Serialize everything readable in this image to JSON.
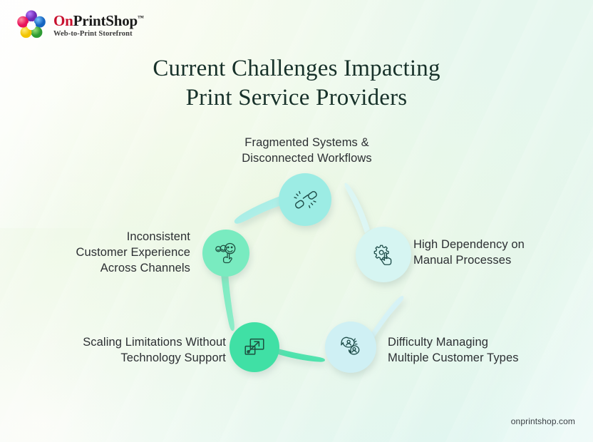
{
  "brand": {
    "name_part1": "On",
    "name_part2": "PrintShop",
    "trademark": "™",
    "tagline": "Web-to-Print Storefront",
    "logo_icon": "colored-petals-circle-logo",
    "red_hex": "#c8102e"
  },
  "heading": {
    "line1": "Current Challenges Impacting",
    "line2": "Print Service Providers"
  },
  "diagram": {
    "type": "cycle",
    "node_count": 5,
    "nodes": [
      {
        "id": "fragmented-systems",
        "label": "Fragmented Systems &\nDisconnected Workflows",
        "icon": "broken-chain-link-icon",
        "circle_hex": "#9CECE4",
        "icon_stroke_hex": "#1f4e4a",
        "label_position": "top"
      },
      {
        "id": "manual-processes",
        "label": "High Dependency on\nManual Processes",
        "icon": "gear-hand-click-icon",
        "circle_hex": "#D6F5F2",
        "icon_stroke_hex": "#1f4e4a",
        "label_position": "right"
      },
      {
        "id": "customer-types",
        "label": "Difficulty Managing\nMultiple Customer Types",
        "icon": "two-chat-bubbles-users-icon",
        "circle_hex": "#CFF0F4",
        "icon_stroke_hex": "#1f4e4a",
        "label_position": "bottom-right"
      },
      {
        "id": "scaling-limitations",
        "label": "Scaling Limitations Without\nTechnology Support",
        "icon": "expand-scale-arrow-icon",
        "circle_hex": "#3FE0A5",
        "icon_stroke_hex": "#1d4f3f",
        "label_position": "bottom-left"
      },
      {
        "id": "inconsistent-experience",
        "label": "Inconsistent\nCustomer Experience\nAcross Channels",
        "icon": "feedback-faces-hand-icon",
        "circle_hex": "#79EBC0",
        "icon_stroke_hex": "#1d4f3f",
        "label_position": "left"
      }
    ]
  },
  "footer": {
    "website": "onprintshop.com"
  },
  "theme": {
    "background_start_hex": "#f7fbec",
    "background_end_hex": "#d9f3f0",
    "heading_hex": "#17312a",
    "label_hex": "#2c2f33"
  }
}
